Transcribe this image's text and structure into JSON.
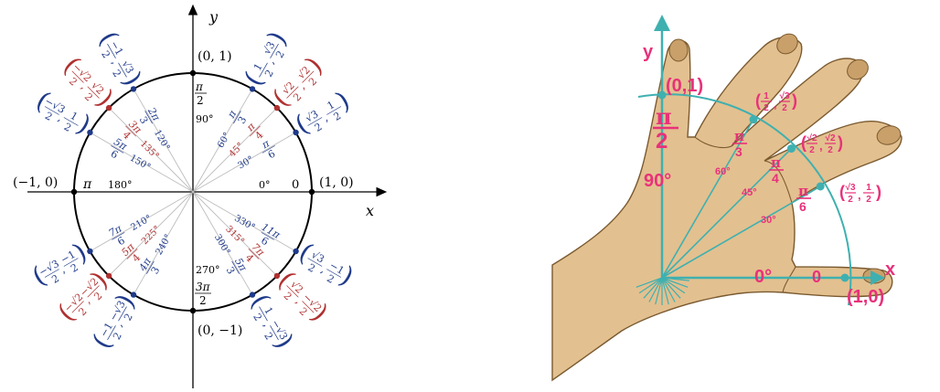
{
  "left": {
    "axis_x": "x",
    "axis_y": "y",
    "blue": "#1f3a8a",
    "red": "#b03030",
    "frac_1_2": "1",
    "den_2": "2",
    "sqrt3": "√3",
    "sqrt2": "√2",
    "minus": "−",
    "points": [
      {
        "key": "0",
        "coord": "(1, 0)",
        "rad": "0",
        "deg": "0°",
        "color": "black"
      },
      {
        "key": "30",
        "rad_n": "π",
        "rad_d": "6",
        "deg": "30°",
        "color": "blue",
        "cx_n": "√3",
        "cy_n": "1"
      },
      {
        "key": "45",
        "rad_n": "π",
        "rad_d": "4",
        "deg": "45°",
        "color": "red",
        "cx_n": "√2",
        "cy_n": "√2"
      },
      {
        "key": "60",
        "rad_n": "π",
        "rad_d": "3",
        "deg": "60°",
        "color": "blue",
        "cx_n": "1",
        "cy_n": "√3"
      },
      {
        "key": "90",
        "coord": "(0, 1)",
        "rad_n": "π",
        "rad_d": "2",
        "deg": "90°",
        "color": "black"
      },
      {
        "key": "120",
        "rad_n": "2π",
        "rad_d": "3",
        "deg": "120°",
        "color": "blue",
        "cx_n": "−1",
        "cy_n": "√3"
      },
      {
        "key": "135",
        "rad_n": "3π",
        "rad_d": "4",
        "deg": "135°",
        "color": "red",
        "cx_n": "−√2",
        "cy_n": "√2"
      },
      {
        "key": "150",
        "rad_n": "5π",
        "rad_d": "6",
        "deg": "150°",
        "color": "blue",
        "cx_n": "−√3",
        "cy_n": "1"
      },
      {
        "key": "180",
        "coord": "(−1, 0)",
        "rad": "π",
        "deg": "180°",
        "color": "black"
      },
      {
        "key": "210",
        "rad_n": "7π",
        "rad_d": "6",
        "deg": "210°",
        "color": "blue",
        "cx_n": "−√3",
        "cy_n": "−1"
      },
      {
        "key": "225",
        "rad_n": "5π",
        "rad_d": "4",
        "deg": "225°",
        "color": "red",
        "cx_n": "−√2",
        "cy_n": "−√2"
      },
      {
        "key": "240",
        "rad_n": "4π",
        "rad_d": "3",
        "deg": "240°",
        "color": "blue",
        "cx_n": "−1",
        "cy_n": "−√3"
      },
      {
        "key": "270",
        "coord": "(0, −1)",
        "rad_n": "3π",
        "rad_d": "2",
        "deg": "270°",
        "color": "black"
      },
      {
        "key": "300",
        "rad_n": "5π",
        "rad_d": "3",
        "deg": "300°",
        "color": "blue",
        "cx_n": "1",
        "cy_n": "−√3"
      },
      {
        "key": "315",
        "rad_n": "7π",
        "rad_d": "4",
        "deg": "315°",
        "color": "red",
        "cx_n": "√2",
        "cy_n": "−√2"
      },
      {
        "key": "330",
        "rad_n": "11π",
        "rad_d": "6",
        "deg": "330°",
        "color": "blue",
        "cx_n": "√3",
        "cy_n": "−1"
      }
    ]
  },
  "right": {
    "axis_x": "x",
    "axis_y": "y",
    "pink": "#e8317a",
    "teal": "#3fb0b0",
    "skin": "#e3c08f",
    "coord_90": "(0,1)",
    "coord_0": "(1,0)",
    "rad_90_n": "π",
    "rad_90_d": "2",
    "deg_90": "90°",
    "rad_60_n": "π",
    "rad_60_d": "3",
    "deg_60": "60°",
    "rad_45_n": "π",
    "rad_45_d": "4",
    "deg_45": "45°",
    "rad_30_n": "π",
    "rad_30_d": "6",
    "deg_30": "30°",
    "deg_0": "0°",
    "rad_0": "0",
    "c60_x": "1",
    "c60_y": "√3",
    "c45_x": "√2",
    "c45_y": "√2",
    "c30_x": "√3",
    "c30_y": "1",
    "den": "2"
  }
}
